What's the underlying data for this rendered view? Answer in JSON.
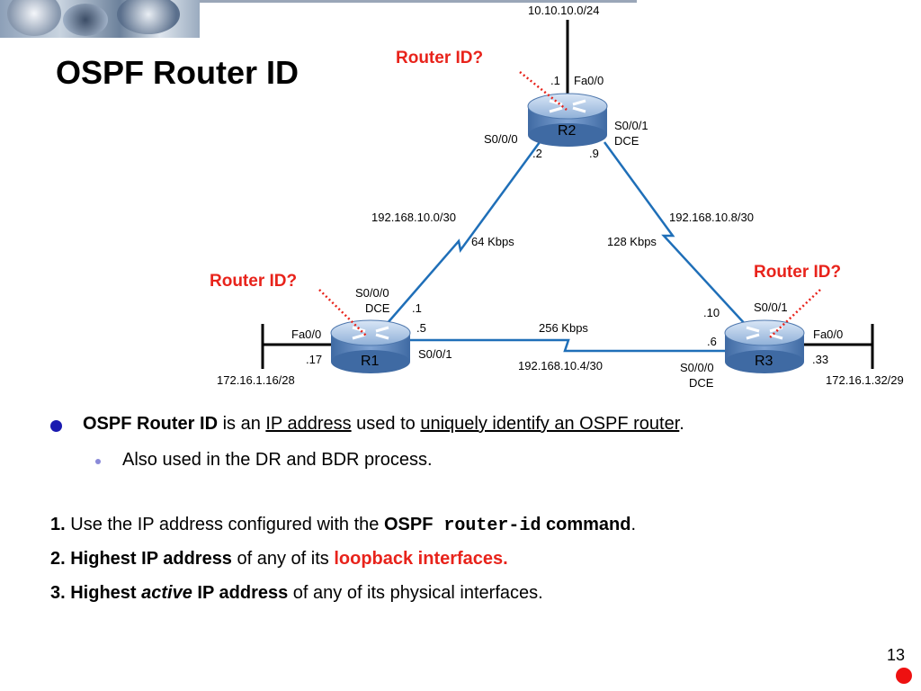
{
  "slide": {
    "title": "OSPF Router ID",
    "page_number": "13"
  },
  "diagram": {
    "networks": {
      "top_lan": "10.10.10.0/24",
      "r1_lan": "172.16.1.16/28",
      "r3_lan": "172.16.1.32/29",
      "r1_r2": "192.168.10.0/30",
      "r2_r3": "192.168.10.8/30",
      "r1_r3": "192.168.10.4/30"
    },
    "bandwidth": {
      "r1_r2": "64 Kbps",
      "r2_r3": "128 Kbps",
      "r1_r3": "256 Kbps"
    },
    "routers": {
      "r1": "R1",
      "r2": "R2",
      "r3": "R3"
    },
    "router_id_question": {
      "r1": "Router ID?",
      "r2": "Router ID?",
      "r3": "Router ID?"
    },
    "interfaces": {
      "r2_fa": "Fa0/0",
      "r2_fa_host": ".1",
      "r2_s000": "S0/0/0",
      "r2_s000_host": ".2",
      "r2_s001": "S0/0/1",
      "r2_s001_dce": "DCE",
      "r2_s001_host": ".9",
      "r1_s000": "S0/0/0",
      "r1_s000_dce": "DCE",
      "r1_s000_host": ".1",
      "r1_s001_host": ".5",
      "r1_s001": "S0/0/1",
      "r1_fa": "Fa0/0",
      "r1_fa_host": ".17",
      "r3_s001": "S0/0/1",
      "r3_s001_host": ".10",
      "r3_s000_host": ".6",
      "r3_s000": "S0/0/0",
      "r3_s000_dce": "DCE",
      "r3_fa": "Fa0/0",
      "r3_fa_host": ".33"
    }
  },
  "content": {
    "bullet1": {
      "b1": "OSPF Router ID",
      "t1": " is an ",
      "u1": "IP address",
      "t2": " used to ",
      "u2": "uniquely identify an OSPF router",
      "t3": "."
    },
    "bullet2": "Also used in the DR and BDR process.",
    "step1": {
      "num": "1.",
      "t1": " Use the IP address configured with the ",
      "b1": "OSPF",
      "code": " router-id",
      "b2": " command",
      "t2": "."
    },
    "step2": {
      "b1": "2. Highest IP address",
      "t1": " of any of its ",
      "red": "loopback interfaces."
    },
    "step3": {
      "b1": "3. Highest ",
      "i1": "active",
      "b2": " IP address",
      "t1": " of any of its physical interfaces."
    }
  },
  "colors": {
    "link": "#1f6fb8",
    "router_body": "#5f84b6",
    "accent_red": "#e8231b",
    "bullet_blue": "#1a1ab0"
  }
}
